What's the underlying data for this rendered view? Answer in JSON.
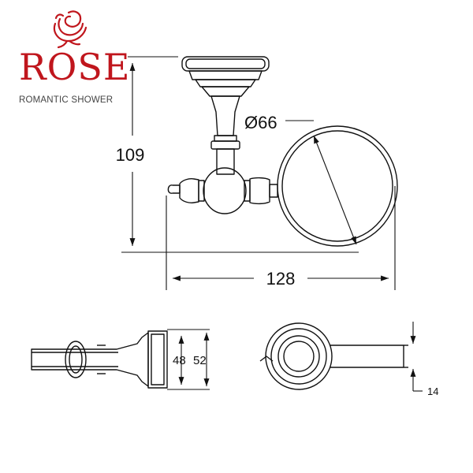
{
  "brand": {
    "name": "ROSE",
    "tagline": "ROMANTIC SHOWER",
    "logo_icon": "rose-flower-icon",
    "color": "#c0161d"
  },
  "drawing": {
    "line_color": "#111111",
    "dimensions": {
      "height": "109",
      "ring_diameter": "Ø66",
      "width": "128",
      "base_inner": "48",
      "base_outer": "52",
      "arm_thickness": "14"
    }
  }
}
